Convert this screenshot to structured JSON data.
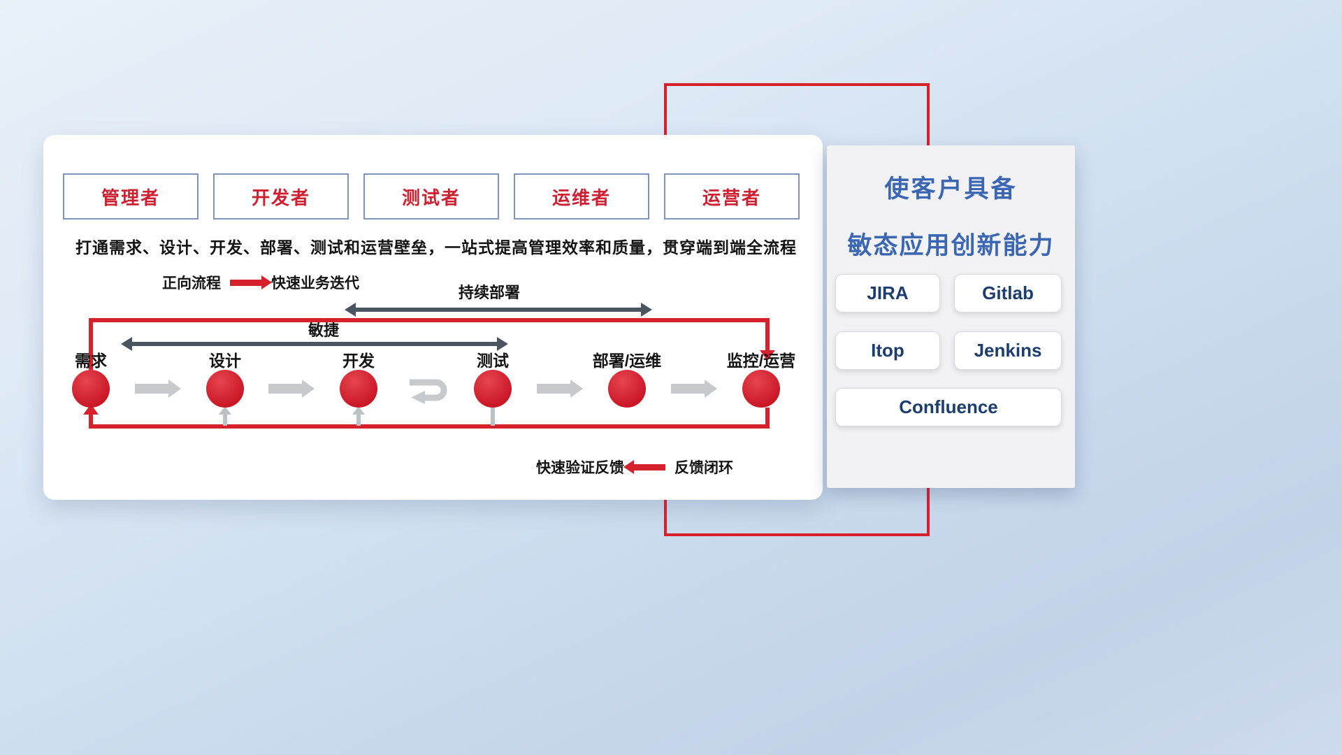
{
  "colors": {
    "accent_red": "#d6202c",
    "title_blue": "#3a66b2",
    "tool_text_navy": "#1d3d6e",
    "flow_arrow_gray": "#c6cacd",
    "double_arrow_dark": "#4a5560",
    "role_border_blue": "#8093bd"
  },
  "roles": [
    "管理者",
    "开发者",
    "测试者",
    "运维者",
    "运营者"
  ],
  "subtitle": "打通需求、设计、开发、部署、测试和运营壁垒，一站式提高管理效率和质量，贯穿端到端全流程",
  "legend_forward": {
    "label": "正向流程",
    "desc": "快速业务迭代"
  },
  "legend_feedback": {
    "label": "快速验证反馈",
    "desc": "反馈闭环"
  },
  "flow": {
    "agile_label": "敏捷",
    "cd_label": "持续部署",
    "stages": [
      "需求",
      "设计",
      "开发",
      "测试",
      "部署/运维",
      "监控/运营"
    ]
  },
  "right_panel": {
    "title_line1": "使客户具备",
    "title_line2": "敏态应用创新能力",
    "tools": [
      "JIRA",
      "Gitlab",
      "Itop",
      "Jenkins",
      "Confluence"
    ]
  }
}
